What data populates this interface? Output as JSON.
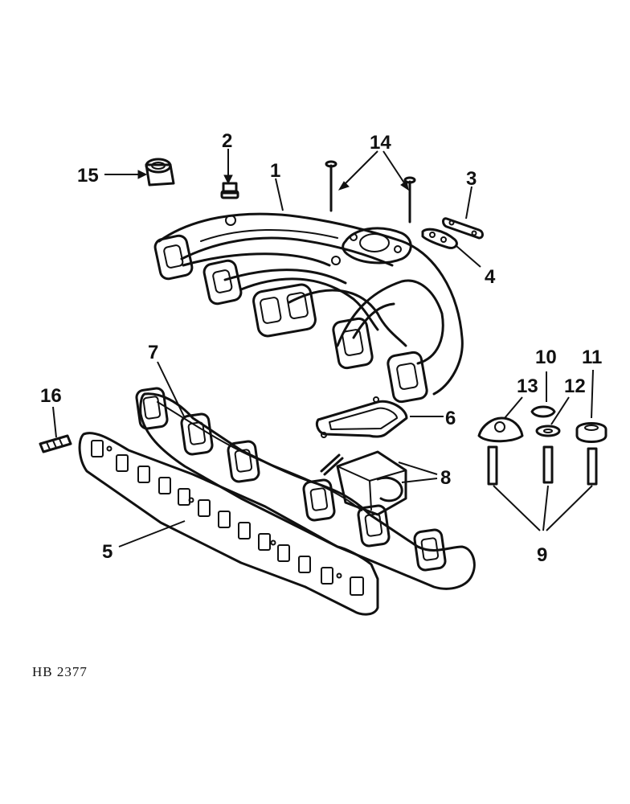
{
  "callouts": [
    {
      "id": "1",
      "text": "1"
    },
    {
      "id": "2",
      "text": "2"
    },
    {
      "id": "3",
      "text": "3"
    },
    {
      "id": "4",
      "text": "4"
    },
    {
      "id": "5",
      "text": "5"
    },
    {
      "id": "6",
      "text": "6"
    },
    {
      "id": "7",
      "text": "7"
    },
    {
      "id": "8",
      "text": "8"
    },
    {
      "id": "9",
      "text": "9"
    },
    {
      "id": "10",
      "text": "10"
    },
    {
      "id": "11",
      "text": "11"
    },
    {
      "id": "12",
      "text": "12"
    },
    {
      "id": "13",
      "text": "13"
    },
    {
      "id": "14",
      "text": "14"
    },
    {
      "id": "15",
      "text": "15"
    },
    {
      "id": "16",
      "text": "16"
    }
  ],
  "reference_code": "HB 2377"
}
